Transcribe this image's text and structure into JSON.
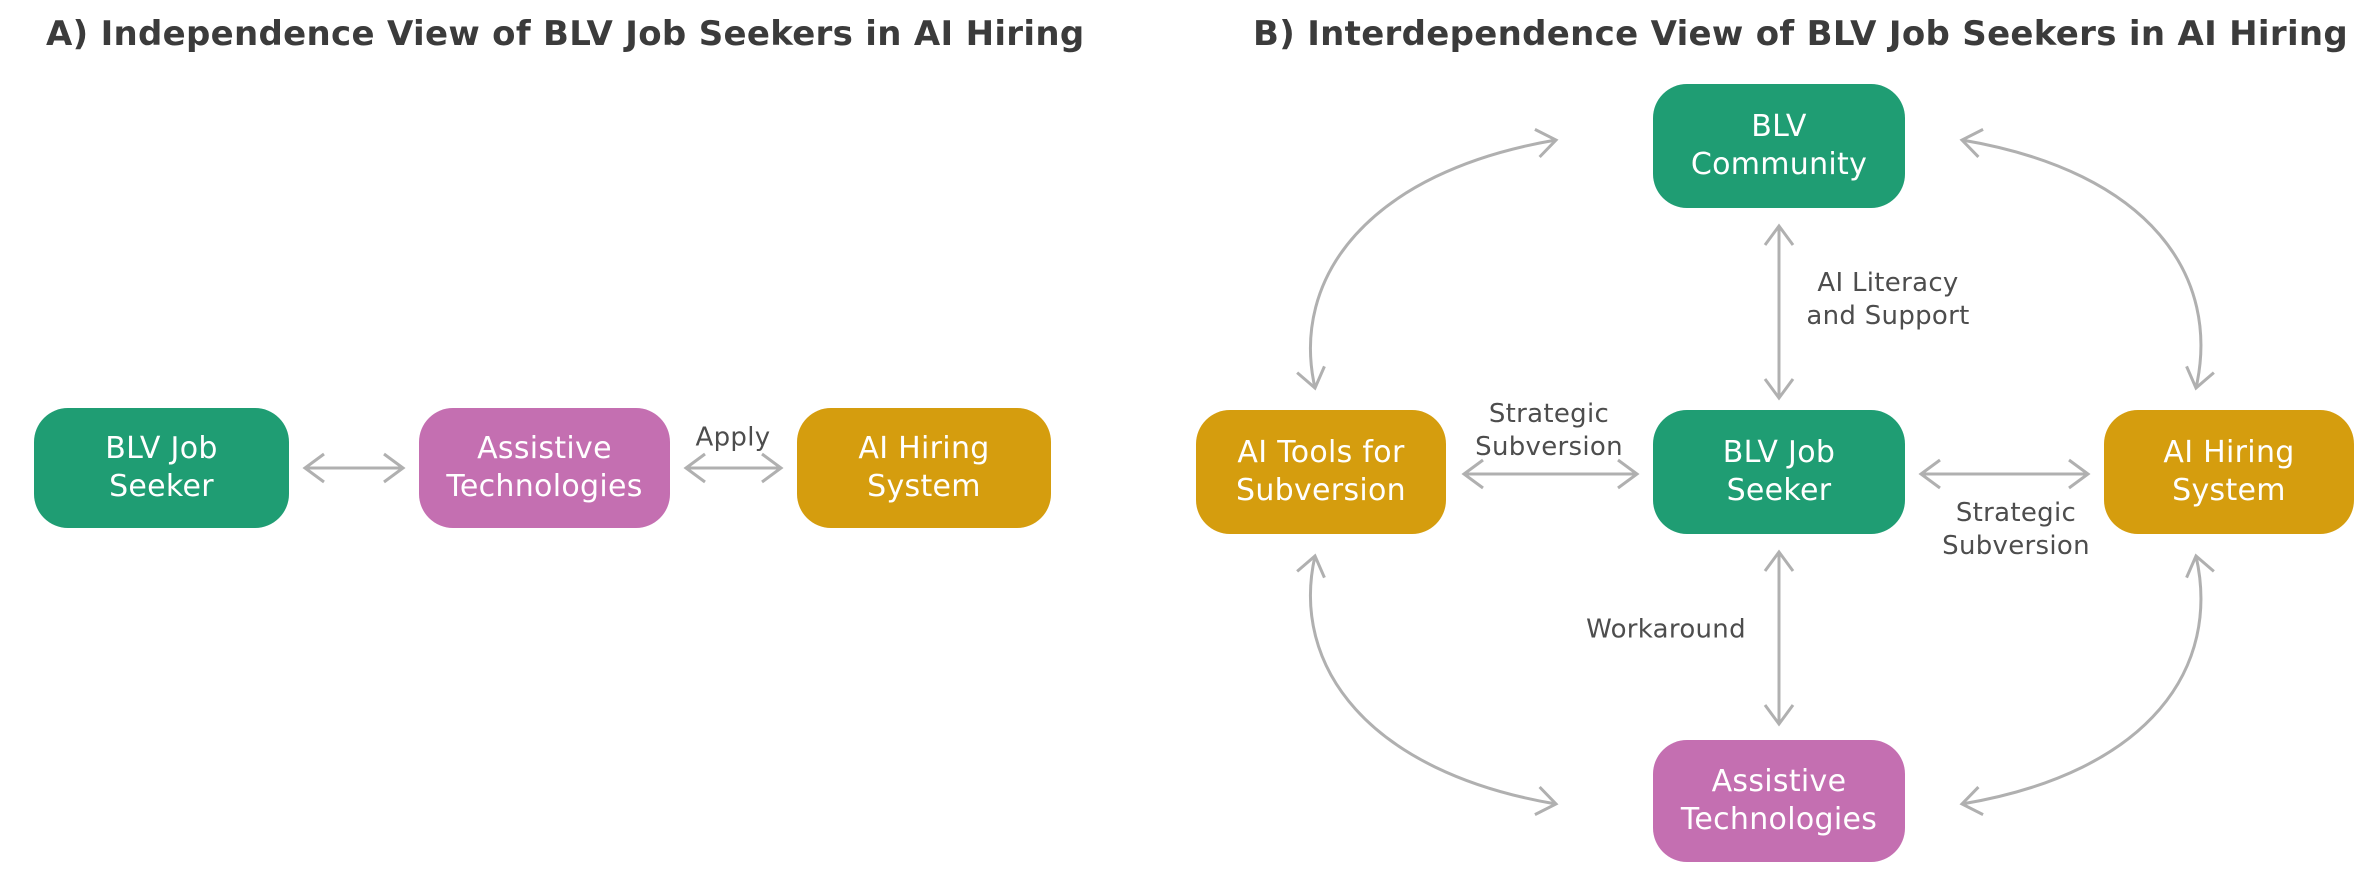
{
  "colors": {
    "green": "#1f9d73",
    "pink": "#c46fb1",
    "gold": "#d59d0e",
    "arrow": "#b0b0b0",
    "edge_label_text": "#4d4d4d",
    "title_text": "#3b3b3b",
    "node_text": "#ffffff"
  },
  "panel_a": {
    "title": "A) Independence View of BLV Job Seekers in AI Hiring",
    "nodes": [
      {
        "id": "blv-job-seeker",
        "label": "BLV Job Seeker",
        "color": "green"
      },
      {
        "id": "assistive-technologies",
        "label": "Assistive Technologies",
        "color": "pink"
      },
      {
        "id": "ai-hiring-system",
        "label": "AI Hiring System",
        "color": "gold"
      }
    ],
    "edges": [
      {
        "from": "blv-job-seeker",
        "to": "assistive-technologies",
        "label": "",
        "shape": "straight-double-arrow"
      },
      {
        "from": "assistive-technologies",
        "to": "ai-hiring-system",
        "label": "Apply",
        "shape": "straight-double-arrow"
      }
    ]
  },
  "panel_b": {
    "title": "B) Interdependence View of BLV Job Seekers in AI Hiring",
    "nodes": [
      {
        "id": "blv-community",
        "label": "BLV Community",
        "color": "green"
      },
      {
        "id": "ai-tools-for-subversion",
        "label": "AI Tools for Subversion",
        "color": "gold"
      },
      {
        "id": "blv-job-seeker",
        "label": "BLV Job Seeker",
        "color": "green"
      },
      {
        "id": "ai-hiring-system",
        "label": "AI Hiring System",
        "color": "gold"
      },
      {
        "id": "assistive-technologies",
        "label": "Assistive Technologies",
        "color": "pink"
      }
    ],
    "edges": [
      {
        "from": "blv-community",
        "to": "blv-job-seeker",
        "label": "AI Literacy and Support",
        "shape": "straight-double-arrow"
      },
      {
        "from": "ai-tools-for-subversion",
        "to": "blv-job-seeker",
        "label": "Strategic Subversion",
        "shape": "straight-double-arrow"
      },
      {
        "from": "blv-job-seeker",
        "to": "ai-hiring-system",
        "label": "Strategic Subversion",
        "shape": "straight-double-arrow"
      },
      {
        "from": "blv-job-seeker",
        "to": "assistive-technologies",
        "label": "Workaround",
        "shape": "straight-double-arrow"
      },
      {
        "from": "ai-tools-for-subversion",
        "to": "blv-community",
        "label": "",
        "shape": "curved-double-arrow"
      },
      {
        "from": "blv-community",
        "to": "ai-hiring-system",
        "label": "",
        "shape": "curved-double-arrow"
      },
      {
        "from": "ai-tools-for-subversion",
        "to": "assistive-technologies",
        "label": "",
        "shape": "curved-double-arrow"
      },
      {
        "from": "ai-hiring-system",
        "to": "assistive-technologies",
        "label": "",
        "shape": "curved-double-arrow"
      }
    ]
  }
}
